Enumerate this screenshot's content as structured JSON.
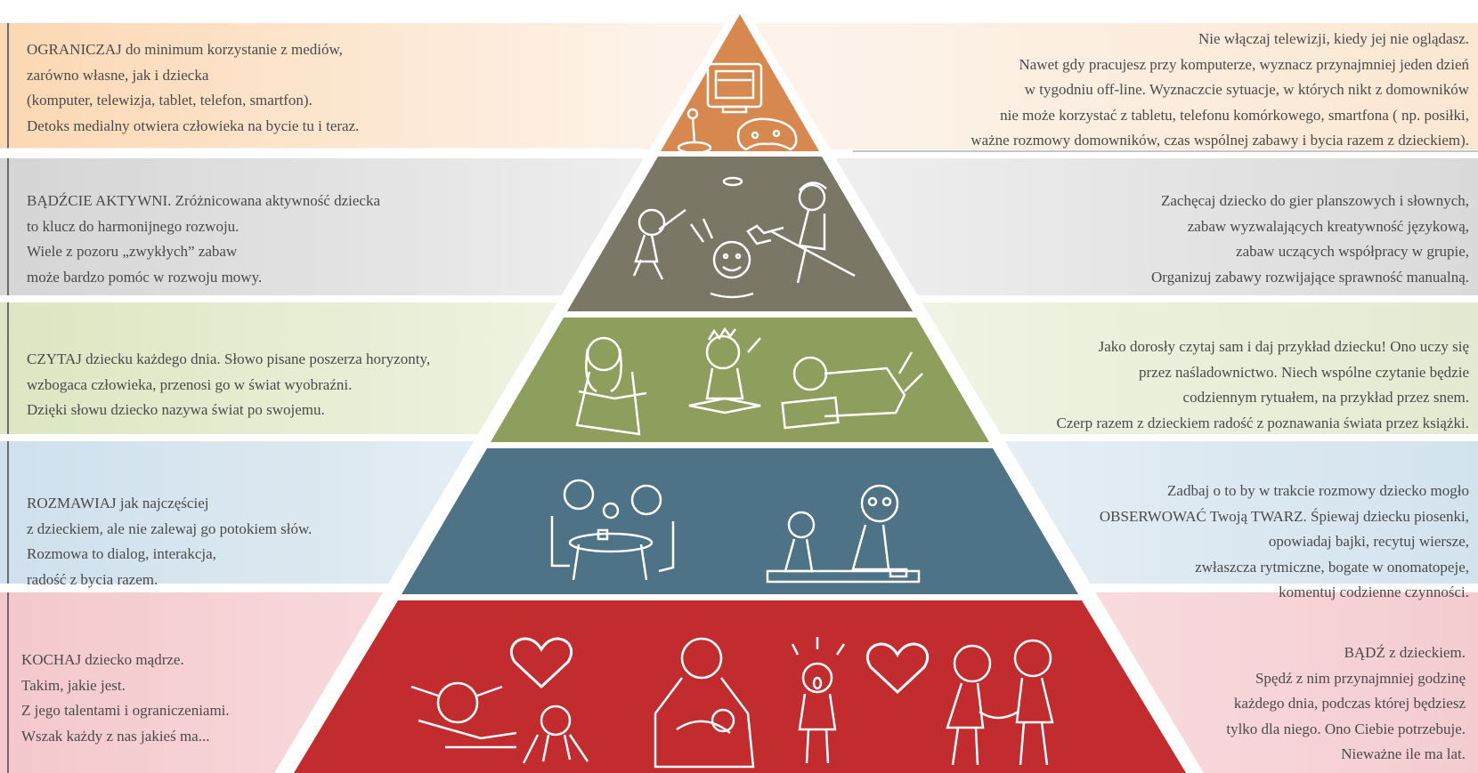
{
  "levels": [
    {
      "left": [
        "OGRANICZAJ do minimum korzystanie z mediów,",
        "zarówno własne, jak i dziecka",
        "(komputer, telewizja, tablet, telefon, smartfon).",
        "Detoks medialny otwiera człowieka na bycie  tu i teraz."
      ],
      "right": [
        "Nie włączaj telewizji, kiedy jej nie oglądasz.",
        "Nawet gdy pracujesz przy komputerze, wyznacz przynajmniej jeden dzień",
        "w tygodniu off-line. Wyznaczcie sytuacje, w których nikt z domowników",
        "nie może korzystać z tabletu, telefonu komórkowego, smartfona ( np. posiłki,",
        "ważne rozmowy domowników, czas wspólnej zabawy i bycia razem z dzieckiem)."
      ],
      "band_color": "#fde3c8",
      "pyramid_color": "#d6884e"
    },
    {
      "left": [
        "BĄDŹCIE AKTYWNI. Zróżnicowana aktywność dziecka",
        "to klucz do harmonijnego rozwoju.",
        "Wiele z pozoru „zwykłych” zabaw",
        "może bardzo pomóc w rozwoju mowy."
      ],
      "right": [
        "Zachęcaj dziecko do gier planszowych i słownych,",
        "zabaw wyzwalających kreatywność językową,",
        "zabaw uczących współpracy w grupie,",
        "Organizuj zabawy rozwijające sprawność manualną."
      ],
      "band_color": "#dcdcdc",
      "pyramid_color": "#7a7766"
    },
    {
      "left": [
        "CZYTAJ dziecku każdego dnia. Słowo pisane poszerza horyzonty,",
        "wzbogaca człowieka, przenosi go w świat  wyobraźni.",
        "Dzięki słowu dziecko nazywa świat po swojemu."
      ],
      "right": [
        "Jako dorosły czytaj sam i daj przykład dziecku! Ono uczy się",
        "przez naśladownictwo. Niech wspólne czytanie będzie",
        "codziennym rytuałem, na przykład przez snem.",
        "Czerp razem z dzieckiem radość z poznawania świata przez książki."
      ],
      "band_color": "#e2e9cf",
      "pyramid_color": "#8e9e5c"
    },
    {
      "left": [
        "ROZMAWIAJ jak  najczęściej",
        "z dzieckiem,  ale nie zalewaj go  potokiem słów.",
        "Rozmowa to dialog, interakcja,",
        "radość z bycia razem."
      ],
      "right": [
        "Zadbaj o to by w trakcie rozmowy dziecko mogło",
        "OBSERWOWAĆ Twoją TWARZ.  Śpiewaj dziecku piosenki,",
        "opowiadaj bajki, recytuj wiersze,",
        "zwłaszcza rytmiczne, bogate w onomatopeje,",
        "komentuj codzienne czynności."
      ],
      "band_color": "#d6e4ee",
      "pyramid_color": "#4e7286"
    },
    {
      "left": [
        "KOCHAJ dziecko mądrze.",
        "Takim, jakie jest.",
        "Z jego talentami i ograniczeniami.",
        "Wszak każdy z nas jakieś ma..."
      ],
      "right": [
        "BĄDŹ z dzieckiem.",
        "Spędź z nim przynajmniej godzinę",
        "każdego dnia, podczas której będziesz",
        "tylko dla niego.  Ono Ciebie potrzebuje.",
        "Nieważne ile ma lat."
      ],
      "band_color": "#f3cfd2",
      "pyramid_color": "#c22c2f"
    }
  ],
  "icons": [
    "media-icons",
    "active-play-icons",
    "reading-children-icons",
    "talking-family-icons",
    "love-heart-icons"
  ]
}
